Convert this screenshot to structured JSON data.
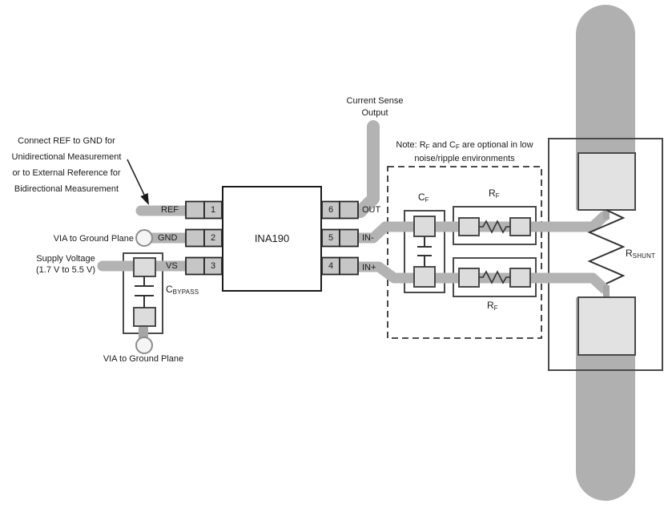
{
  "annotation": {
    "ref_note": "Connect REF to GND for\nUnidirectional Measurement\nor to External Reference for\nBidirectional Measurement"
  },
  "labels": {
    "via_top": "VIA to Ground Plane",
    "via_bottom": "VIA to Ground Plane",
    "supply": "Supply Voltage\n(1.7 V to 5.5 V)",
    "output": "Current Sense\nOutput",
    "ic": "INA190"
  },
  "note": {
    "prefix": "Note: R",
    "sub1": "F",
    "mid": " and C",
    "sub2": "F",
    "suffix": " are optional in low",
    "line2": "noise/ripple environments"
  },
  "components": {
    "cbypass": {
      "main": "C",
      "sub": "BYPASS"
    },
    "cf": {
      "main": "C",
      "sub": "F"
    },
    "rf_top": {
      "main": "R",
      "sub": "F"
    },
    "rf_bottom": {
      "main": "R",
      "sub": "F"
    },
    "rshunt": {
      "main": "R",
      "sub": "SHUNT"
    }
  },
  "pins": {
    "left": [
      {
        "num": "1",
        "label": "REF"
      },
      {
        "num": "2",
        "label": "GND"
      },
      {
        "num": "3",
        "label": "VS"
      }
    ],
    "right": [
      {
        "num": "6",
        "label": "OUT"
      },
      {
        "num": "5",
        "label": "IN-"
      },
      {
        "num": "4",
        "label": "IN+"
      }
    ]
  },
  "colors": {
    "trace": "#b3b3b3",
    "bus": "#b0b0b0",
    "pin_box_fill": "#c6c6c6",
    "component_pad_fill": "#dcdcdc",
    "shunt_pad_fill": "#e2e2e2",
    "outline": "#4a4a4a",
    "text": "#1a1a1a"
  }
}
